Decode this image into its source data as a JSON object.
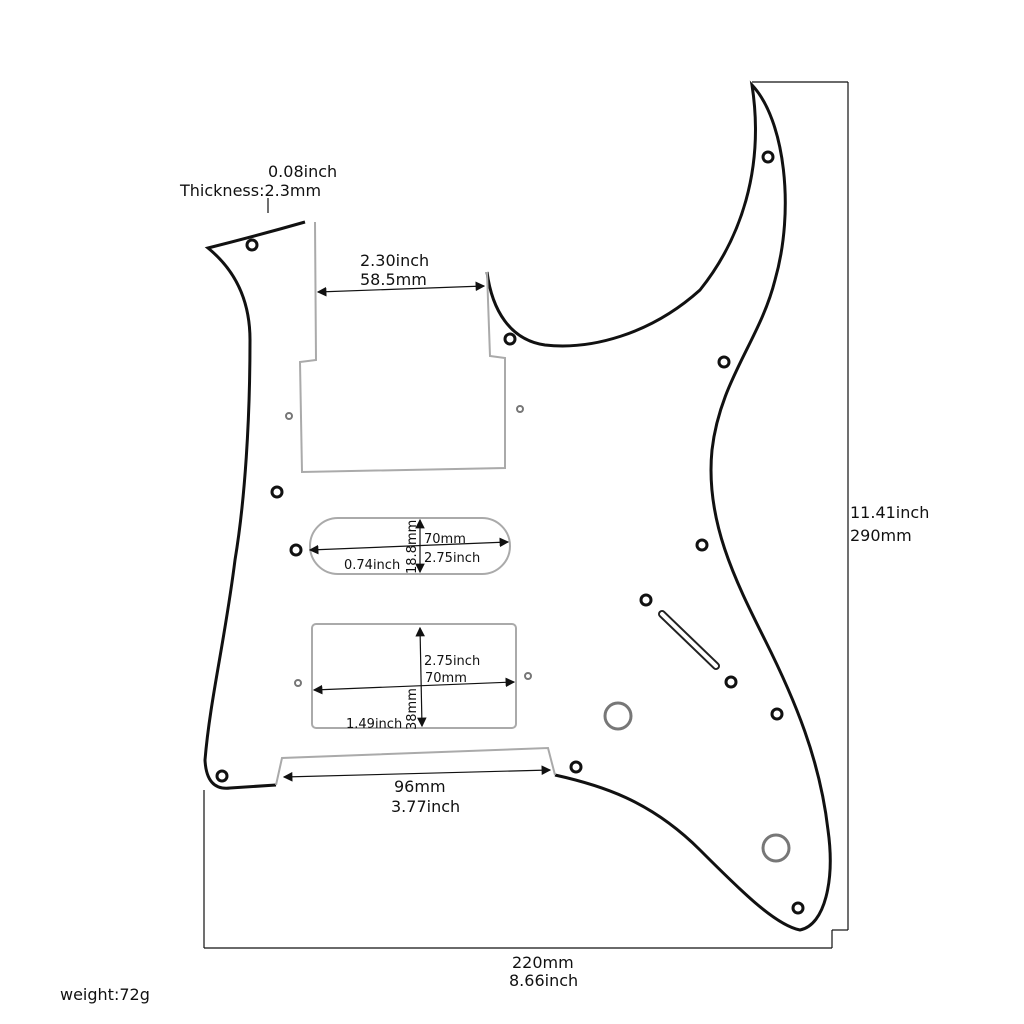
{
  "thickness": {
    "inch": "0.08inch",
    "mm": "Thickness:2.3mm"
  },
  "neck_width": {
    "inch": "2.30inch",
    "mm": "58.5mm"
  },
  "middle_pickup": {
    "length_mm": "70mm",
    "length_inch": "2.75inch",
    "width_mm": "18.8mm",
    "width_inch": "0.74inch"
  },
  "bridge_pickup": {
    "length_inch": "2.75inch",
    "length_mm": "70mm",
    "width_mm": "38mm",
    "width_inch": "1.49inch"
  },
  "bottom_cut": {
    "mm": "96mm",
    "inch": "3.77inch"
  },
  "height": {
    "inch": "11.41inch",
    "mm": "290mm"
  },
  "width": {
    "mm": "220mm",
    "inch": "8.66inch"
  },
  "weight": "weight:72g",
  "colors": {
    "outline": "#111111",
    "cavity": "#b8b8b8"
  }
}
